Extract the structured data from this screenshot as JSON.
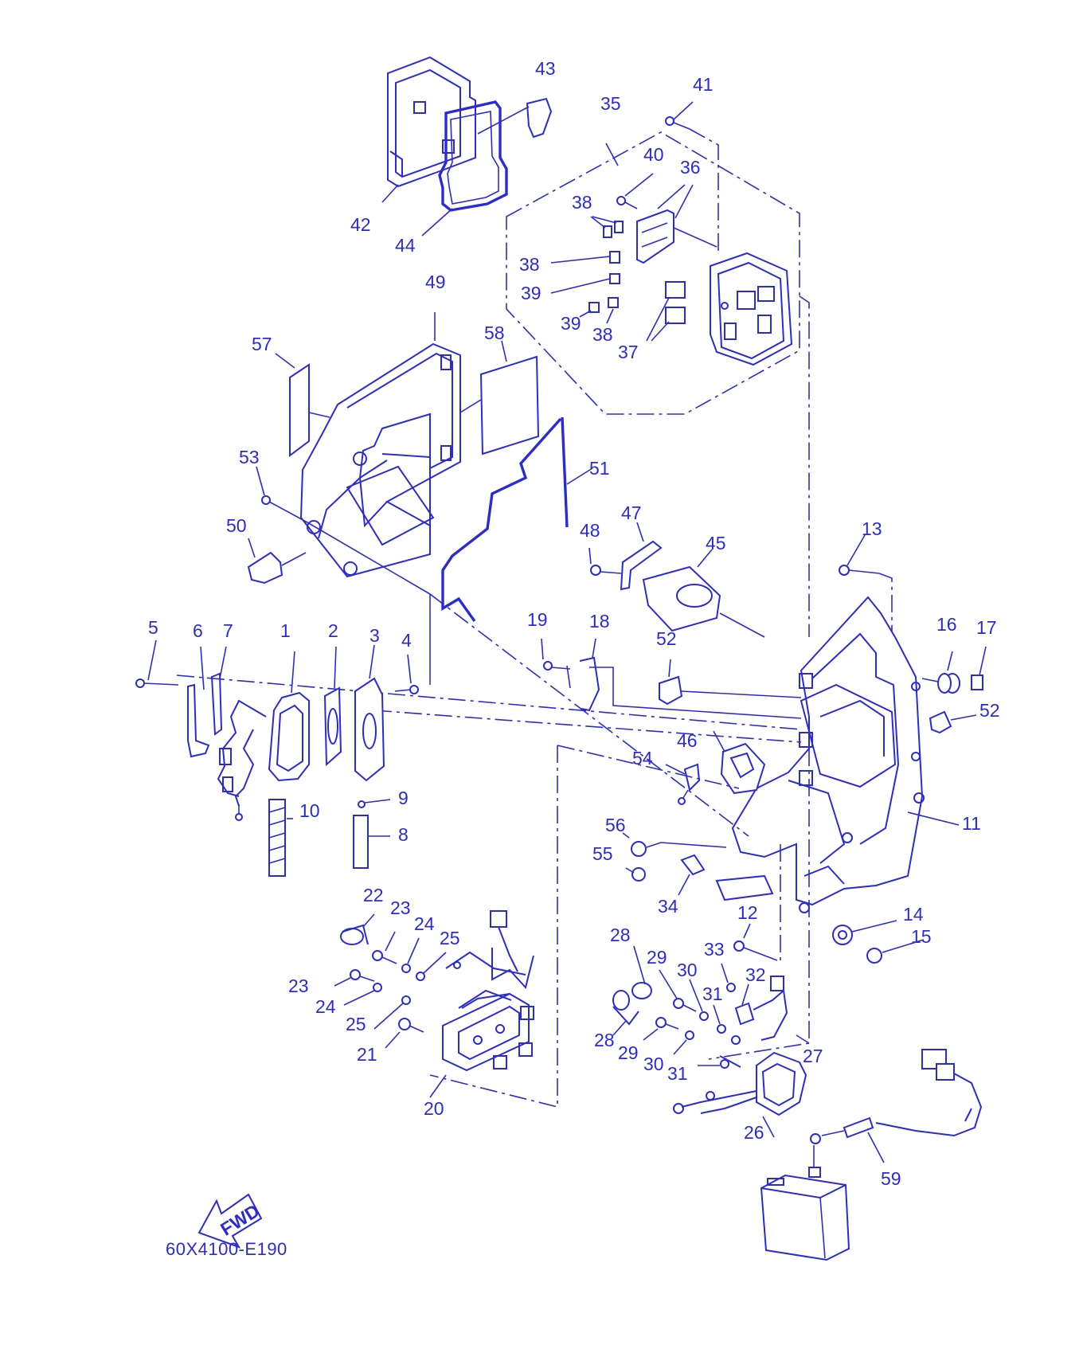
{
  "diagram": {
    "code": "60X4100-E190",
    "fwd_text": "FWD",
    "ink_color": "#2b2bd6",
    "labels": {
      "p1": "1",
      "p2": "2",
      "p3": "3",
      "p4": "4",
      "p5": "5",
      "p6": "6",
      "p7": "7",
      "p8": "8",
      "p9": "9",
      "p10": "10",
      "p11": "11",
      "p12": "12",
      "p13": "13",
      "p14": "14",
      "p15": "15",
      "p16": "16",
      "p17": "17",
      "p18": "18",
      "p19": "19",
      "p20": "20",
      "p21": "21",
      "p22": "22",
      "p23": "23",
      "p24": "24",
      "p25": "25",
      "p26": "26",
      "p27": "27",
      "p28": "28",
      "p29": "29",
      "p30": "30",
      "p31": "31",
      "p32": "32",
      "p33": "33",
      "p34": "34",
      "p35": "35",
      "p36": "36",
      "p37": "37",
      "p38": "38",
      "p39": "39",
      "p40": "40",
      "p41": "41",
      "p42": "42",
      "p43": "43",
      "p44": "44",
      "p45": "45",
      "p46": "46",
      "p47": "47",
      "p48": "48",
      "p49": "49",
      "p50": "50",
      "p51": "51",
      "p52": "52",
      "p53": "53",
      "p54": "54",
      "p55": "55",
      "p56": "56",
      "p57": "57",
      "p58": "58",
      "p59": "59"
    }
  }
}
